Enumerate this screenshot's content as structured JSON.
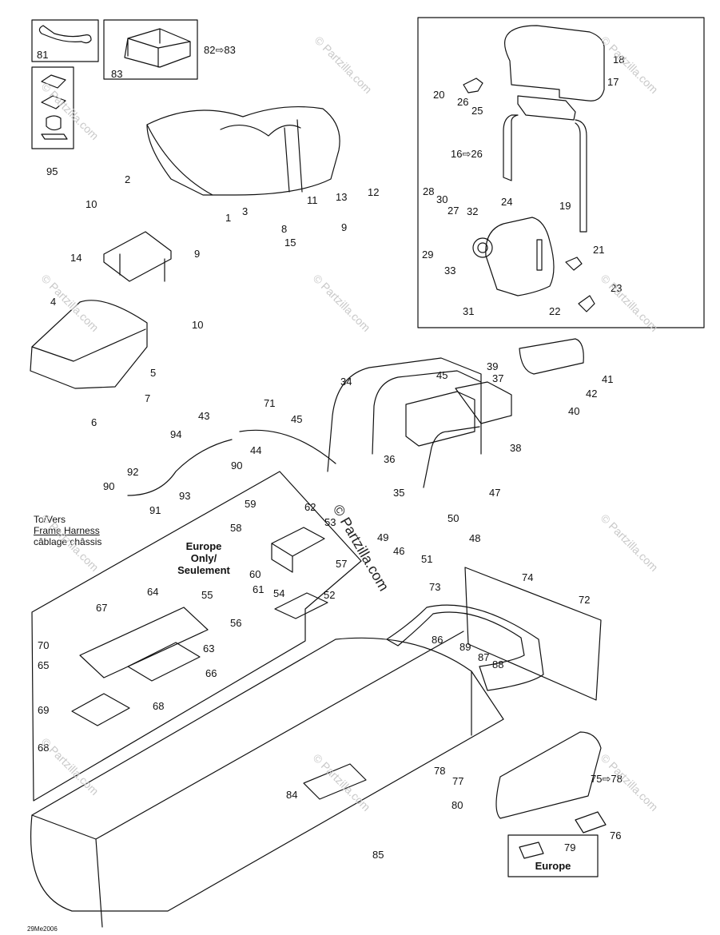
{
  "diagram": {
    "reference_code": "29Me2006",
    "watermark": "© Partzilla.com",
    "europe_box": {
      "line1": "Europe",
      "line2": "Only/",
      "line3": "Seulement"
    },
    "europe_label": "Europe",
    "frame_harness": {
      "line1": "To/Vers",
      "line2": "Frame Harness",
      "line3": "câblage châssis"
    },
    "callouts": {
      "c1": "1",
      "c2": "2",
      "c3": "3",
      "c4": "4",
      "c5": "5",
      "c6": "6",
      "c7": "7",
      "c8": "8",
      "c9a": "9",
      "c9b": "9",
      "c10a": "10",
      "c10b": "10",
      "c11": "11",
      "c12": "12",
      "c13": "13",
      "c14": "14",
      "c15": "15",
      "c16": "16⇨26",
      "c17": "17",
      "c18": "18",
      "c19": "19",
      "c20": "20",
      "c21": "21",
      "c22": "22",
      "c23": "23",
      "c24": "24",
      "c25": "25",
      "c26": "26",
      "c27": "27",
      "c28": "28",
      "c29": "29",
      "c30": "30",
      "c31": "31",
      "c32": "32",
      "c33": "33",
      "c34": "34",
      "c35": "35",
      "c36": "36",
      "c37": "37",
      "c38": "38",
      "c39": "39",
      "c40": "40",
      "c41": "41",
      "c42": "42",
      "c43": "43",
      "c44": "44",
      "c45a": "45",
      "c45b": "45",
      "c46": "46",
      "c47": "47",
      "c48": "48",
      "c49": "49",
      "c50": "50",
      "c51": "51",
      "c52": "52",
      "c53": "53",
      "c54": "54",
      "c55": "55",
      "c56": "56",
      "c57": "57",
      "c58": "58",
      "c59": "59",
      "c60": "60",
      "c61": "61",
      "c62": "62",
      "c63": "63",
      "c64": "64",
      "c65": "65",
      "c66": "66",
      "c67": "67",
      "c68a": "68",
      "c68b": "68",
      "c69": "69",
      "c70": "70",
      "c71": "71",
      "c72": "72",
      "c73": "73",
      "c74": "74",
      "c75": "75⇨78",
      "c76": "76",
      "c77": "77",
      "c78": "78",
      "c79": "79",
      "c80": "80",
      "c81": "81",
      "c82": "82⇨83",
      "c83": "83",
      "c84": "84",
      "c85": "85",
      "c86": "86",
      "c87": "87",
      "c88": "88",
      "c89": "89",
      "c90a": "90",
      "c90b": "90",
      "c91": "91",
      "c92": "92",
      "c93": "93",
      "c94": "94",
      "c95": "95"
    }
  }
}
